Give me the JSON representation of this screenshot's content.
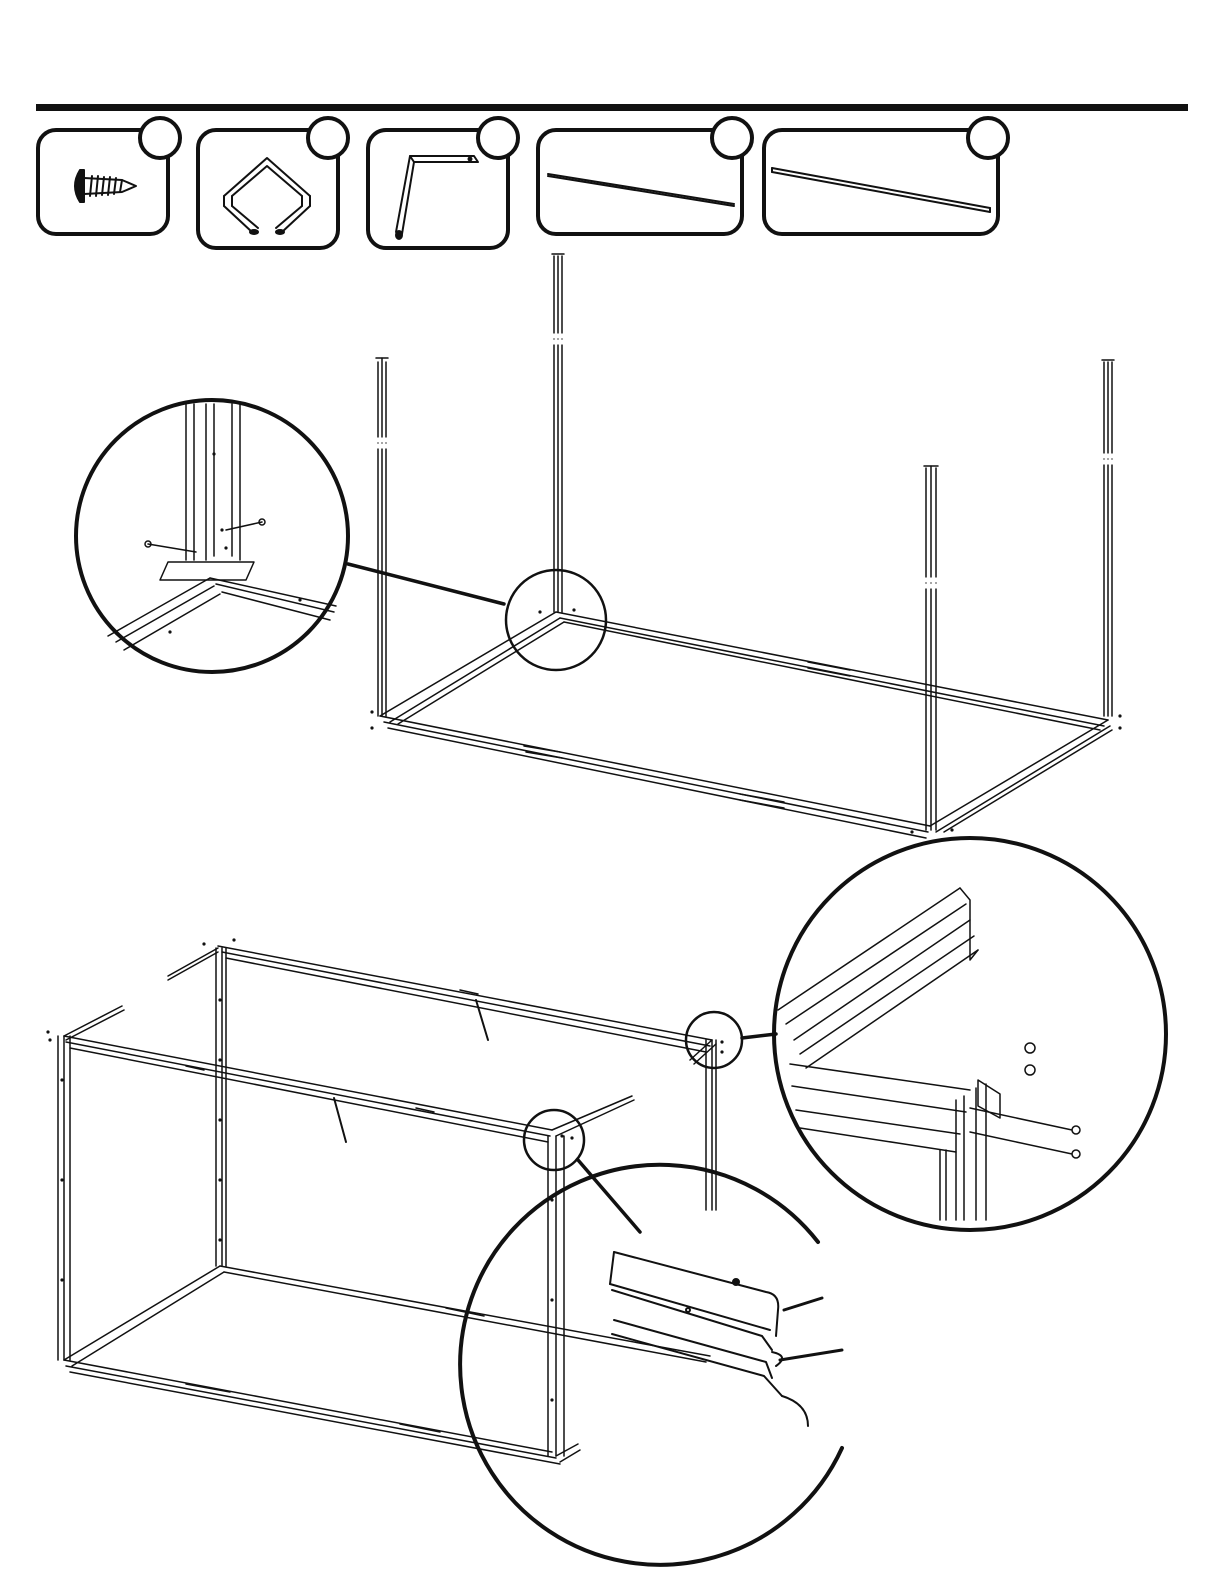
{
  "document": {
    "type": "assembly-instructions",
    "colors": {
      "ink": "#111111",
      "paper": "#ffffff"
    }
  },
  "parts": [
    {
      "id": "part-1",
      "icon": "screw-icon",
      "number_badge": ""
    },
    {
      "id": "part-2",
      "icon": "corner-bracket-icon",
      "number_badge": ""
    },
    {
      "id": "part-3",
      "icon": "angled-brace-icon",
      "number_badge": ""
    },
    {
      "id": "part-4",
      "icon": "short-rod-icon",
      "number_badge": ""
    },
    {
      "id": "part-5",
      "icon": "long-rail-icon",
      "number_badge": ""
    }
  ],
  "illustrations": [
    {
      "id": "step-a",
      "description_icon": "base-frame-with-posts-icon",
      "detail": "corner-post-screw-detail-icon"
    },
    {
      "id": "step-b",
      "description_icon": "frame-with-top-rails-icon",
      "details": [
        "rail-connection-detail-icon",
        "rail-profile-detail-icon"
      ]
    }
  ]
}
